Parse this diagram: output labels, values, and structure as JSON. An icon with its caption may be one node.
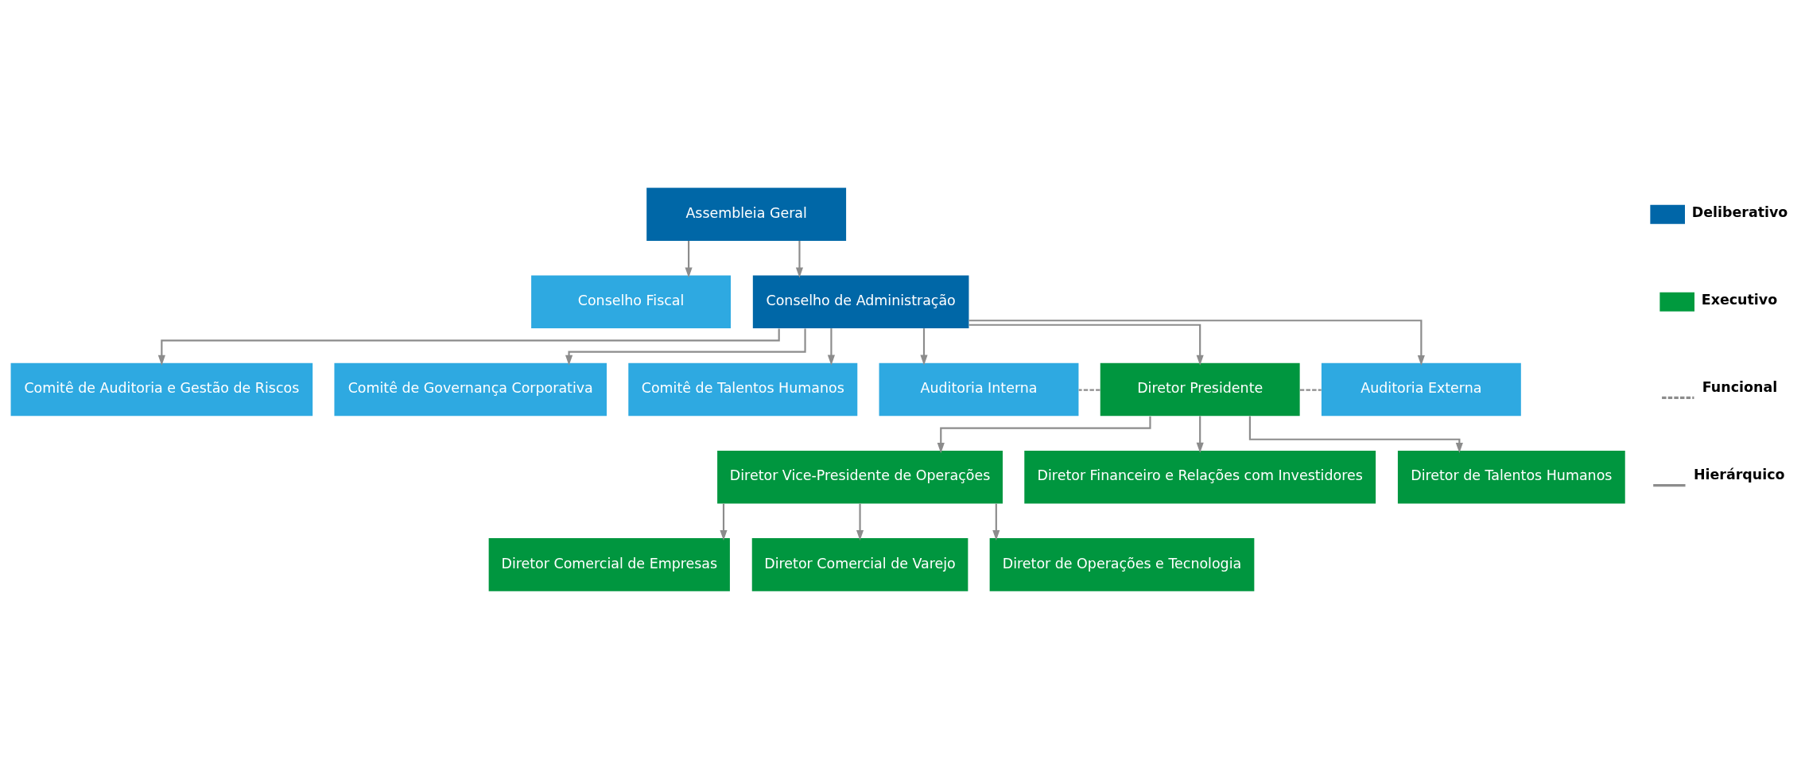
{
  "diagram": {
    "nodes": [
      {
        "text": [
          "Comitê de Auditoria e Gestão de Riscos"
        ]
      },
      {
        "text": [
          "Assembleia Geral"
        ]
      },
      {
        "text": [
          "Comitê de Governança Corporativa"
        ]
      },
      {
        "text": [
          "Conselho Fiscal"
        ]
      },
      {
        "text": [
          "Conselho de Administração"
        ]
      },
      {
        "text": [
          "Comitê de Talentos Humanos"
        ]
      },
      {
        "text": [
          "Auditoria Interna"
        ]
      },
      {
        "text": [
          "Diretor Presidente"
        ]
      },
      {
        "text": [
          "Auditoria Externa"
        ]
      },
      {
        "text": [
          "Diretor Vice-Presidente de Operações"
        ]
      },
      {
        "text": [
          "Diretor Financeiro e Relações com Investidores"
        ]
      },
      {
        "text": [
          "Diretor Comercial de Empresas"
        ]
      },
      {
        "text": [
          "Diretor Comercial de Varejo"
        ]
      },
      {
        "text": [
          "Diretor de Operações e Tecnologia"
        ]
      },
      {
        "text": [
          "Diretor de Talentos Humanos"
        ]
      }
    ],
    "edges": [
      {
        "from": 1,
        "to": 3,
        "arrow": "to"
      },
      {
        "from": 1,
        "to": 4,
        "arrow": "to"
      },
      {
        "from": 4,
        "to": 0,
        "arrow": "to"
      },
      {
        "from": 4,
        "to": 2,
        "arrow": "to"
      },
      {
        "from": 4,
        "to": 5,
        "arrow": "to"
      },
      {
        "from": 4,
        "to": 6,
        "arrow": "to"
      },
      {
        "from": 4,
        "to": 7,
        "arrow": "to"
      },
      {
        "from": 4,
        "to": 8,
        "arrow": "to"
      },
      {
        "from": 7,
        "to": 6,
        "arrow": "none",
        "style": "dashed"
      },
      {
        "from": 7,
        "to": 8,
        "arrow": "none",
        "style": "dashed"
      },
      {
        "from": 7,
        "to": 9,
        "arrow": "to"
      },
      {
        "from": 7,
        "to": 10,
        "arrow": "to"
      },
      {
        "from": 7,
        "to": 14,
        "arrow": "to"
      },
      {
        "from": 9,
        "to": 11,
        "arrow": "to"
      },
      {
        "from": 9,
        "to": 12,
        "arrow": "to"
      },
      {
        "from": 9,
        "to": 13,
        "arrow": "to"
      }
    ],
    "legend": [
      {
        "text": "Deliberativo",
        "color": "#0066a8"
      },
      {
        "text": "Executivo",
        "color": "#009a3e"
      },
      {
        "text": "Funcional"
      },
      {
        "text": "Hierárquico"
      }
    ]
  }
}
